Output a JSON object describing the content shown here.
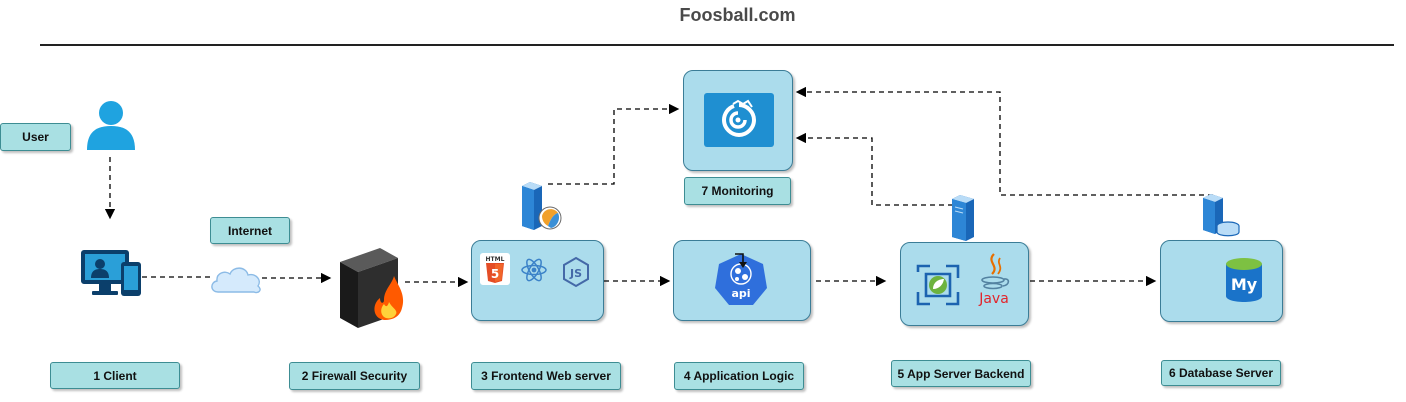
{
  "title": "Foosball.com",
  "labels": {
    "user": "User",
    "internet": "Internet",
    "client": "1 Client",
    "firewall": "2 Firewall  Security",
    "frontend": "3 Frontend Web server",
    "applogic": "4 Application Logic",
    "backend": "5 App Server Backend",
    "database": "6 Database Server",
    "monitoring": "7 Monitoring"
  },
  "icons": {
    "html5": "HTML",
    "api": "api",
    "java": "Java",
    "mysql": "My"
  },
  "colors": {
    "node_fill": "#abdcec",
    "label_fill": "#a9e0e3",
    "accent_blue": "#1f8fd1"
  }
}
